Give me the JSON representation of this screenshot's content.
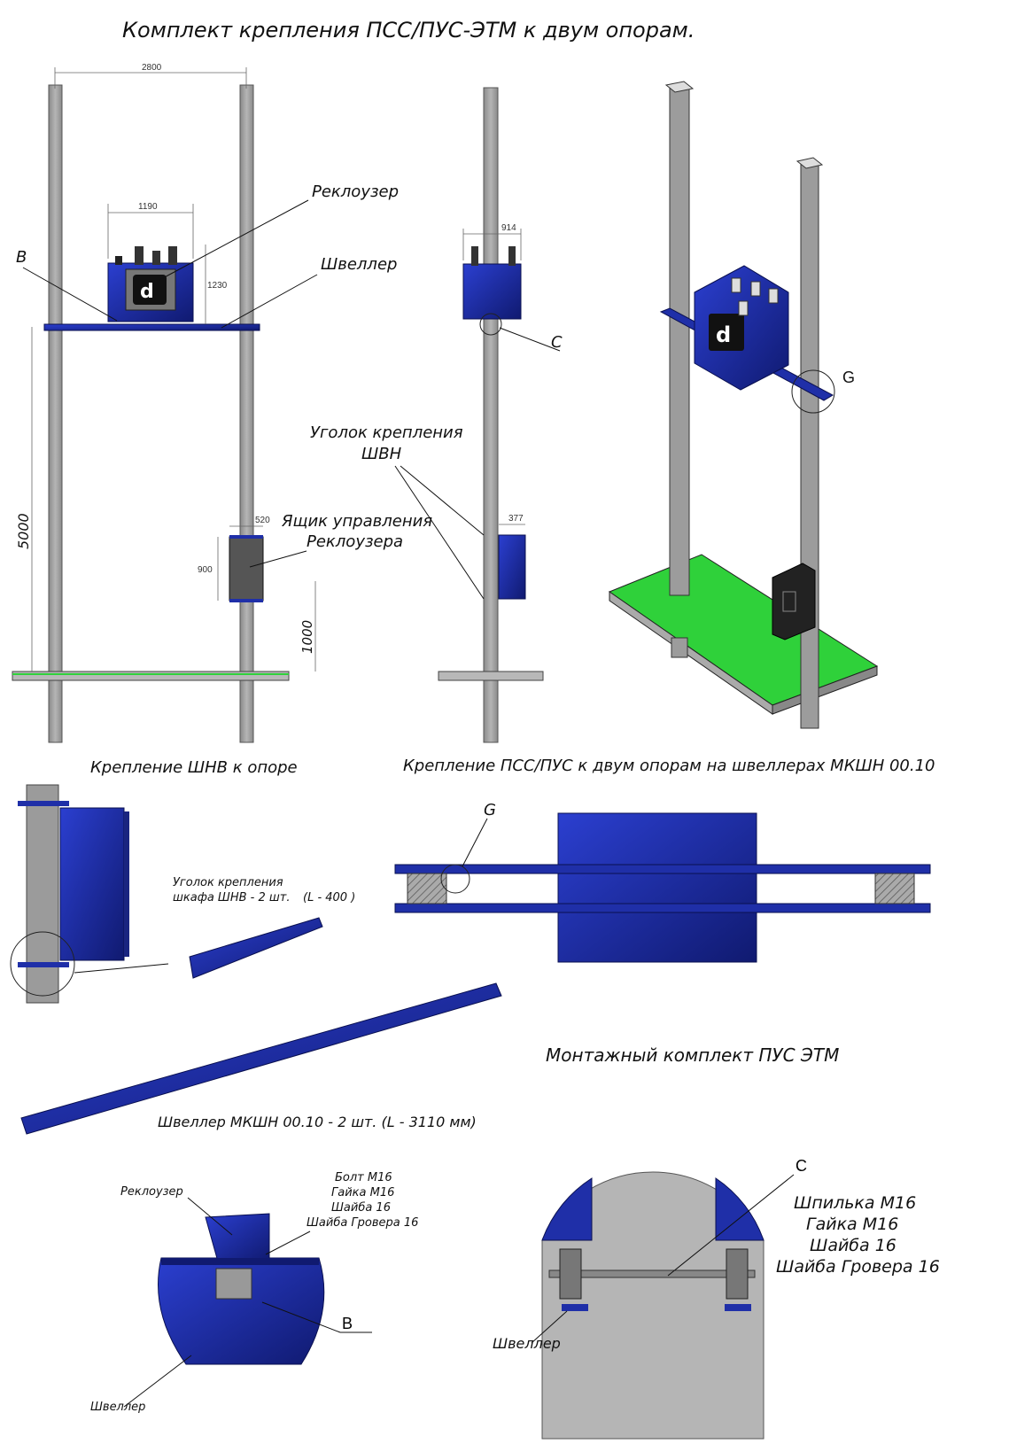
{
  "title": "Комплект крепления ПСС/ПУС-ЭТМ к двум опорам.",
  "front_view": {
    "dim_width": "2800",
    "dim_recloser_width": "1190",
    "dim_recloser_height": "1230",
    "dim_height": "5000",
    "dim_box_width": "520",
    "dim_box_height": "900",
    "dim_box_elevation": "1000",
    "label_b": "B",
    "label_recloser": "Реклоузер",
    "label_channel": "Швеллер",
    "label_box_line1": "Ящик управления",
    "label_box_line2": "Реклоузера"
  },
  "side_view": {
    "dim_width": "914",
    "dim_box_depth": "377",
    "label_c": "C",
    "label_angle_line1": "Уголок крепления",
    "label_angle_line2": "ШВН"
  },
  "iso_view": {
    "label_g": "G"
  },
  "section_mount_shnv": {
    "title": "Крепление ШНВ к опоре",
    "angle_label_line1": "Уголок крепления",
    "angle_label_line2": "шкафа ШНВ - 2 шт.",
    "angle_label_length": "(L - 400 )"
  },
  "section_channels": {
    "title": "Крепление ПСС/ПУС к двум опорам на швеллерах МКШН 00.10",
    "label_g": "G"
  },
  "channel_part_label": "Швеллер МКШН 00.10 - 2 шт. (L - 3110 мм)",
  "kit_label": "Монтажный комплект ПУС ЭТМ",
  "detail_b": {
    "label": "B",
    "recloser": "Реклоузер",
    "bolt": "Болт М16",
    "nut": "Гайка М16",
    "washer": "Шайба 16",
    "grover": "Шайба Гровера 16",
    "channel": "Швеллер"
  },
  "detail_c": {
    "label": "C",
    "stud": "Шпилька М16",
    "nut": "Гайка М16",
    "washer": "Шайба 16",
    "grover": "Шайба Гровера 16",
    "channel": "Швеллер"
  },
  "colors": {
    "steel_blue": "#1f2fa8",
    "pole_gray": "#9b9b9b",
    "base_green": "#2fd13a"
  }
}
